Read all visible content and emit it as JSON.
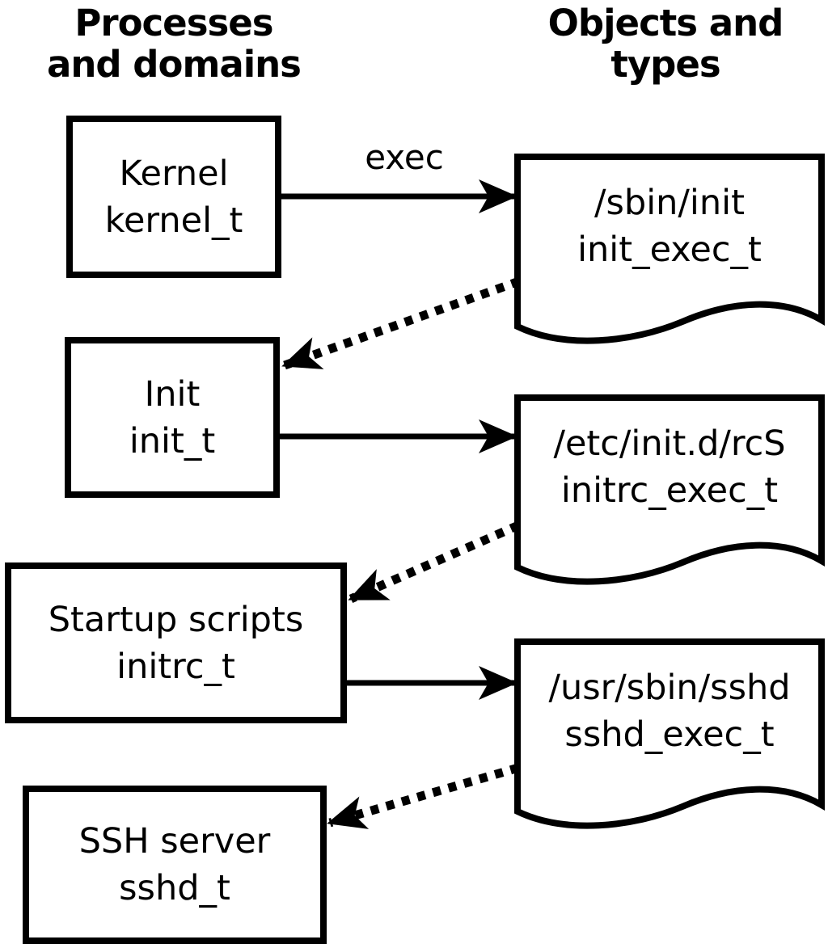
{
  "diagram": {
    "headers": {
      "processes": {
        "line1": "Processes",
        "line2": "and domains"
      },
      "objects": {
        "line1": "Objects and",
        "line2": "types"
      }
    },
    "processes": [
      {
        "name": "Kernel",
        "type": "kernel_t"
      },
      {
        "name": "Init",
        "type": "init_t"
      },
      {
        "name": "Startup scripts",
        "type": "initrc_t"
      },
      {
        "name": "SSH server",
        "type": "sshd_t"
      }
    ],
    "objects": [
      {
        "path": "/sbin/init",
        "type": "init_exec_t"
      },
      {
        "path": "/etc/init.d/rcS",
        "type": "initrc_exec_t"
      },
      {
        "path": "/usr/sbin/sshd",
        "type": "sshd_exec_t"
      }
    ],
    "edge_labels": {
      "exec": "exec"
    },
    "colors": {
      "line": "#000000",
      "background": "#ffffff"
    }
  }
}
